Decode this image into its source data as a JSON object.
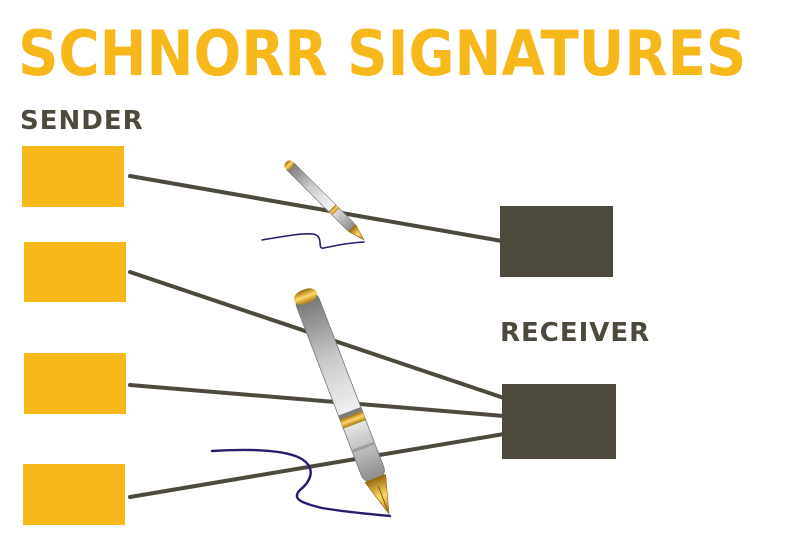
{
  "title": "SCHNORR SIGNATURES",
  "sender_label": "SENDER",
  "receiver_label": "RECEIVER",
  "colors": {
    "accent": "#f7b81c",
    "dark": "#4d4a3d",
    "ink": "#2a1a6e"
  },
  "icons": [
    "pen-icon",
    "pen-icon"
  ]
}
